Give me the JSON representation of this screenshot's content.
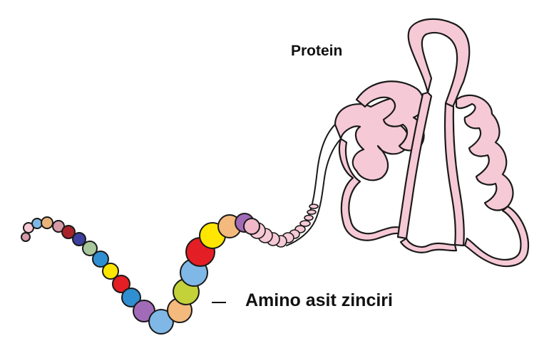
{
  "labels": {
    "protein": "Protein",
    "amino_chain": "Amino asit zinciri"
  },
  "colors": {
    "protein_fill": "#f6c9d6",
    "outline": "#1a1a1a",
    "bead_palette": [
      "#f6c9d6",
      "#7fb8e6",
      "#e9b47a",
      "#d79aa8",
      "#a8232b",
      "#3c3f9e",
      "#a9c79d",
      "#2f8fd0",
      "#ffe600",
      "#e31e24",
      "#2f8fd0",
      "#a26bb8",
      "#f4b97c",
      "#c4d23a",
      "#f0b8c8"
    ]
  },
  "icons": {
    "protein_structure": "folded-ribbon-icon",
    "amino_bead": "circle-bead"
  }
}
